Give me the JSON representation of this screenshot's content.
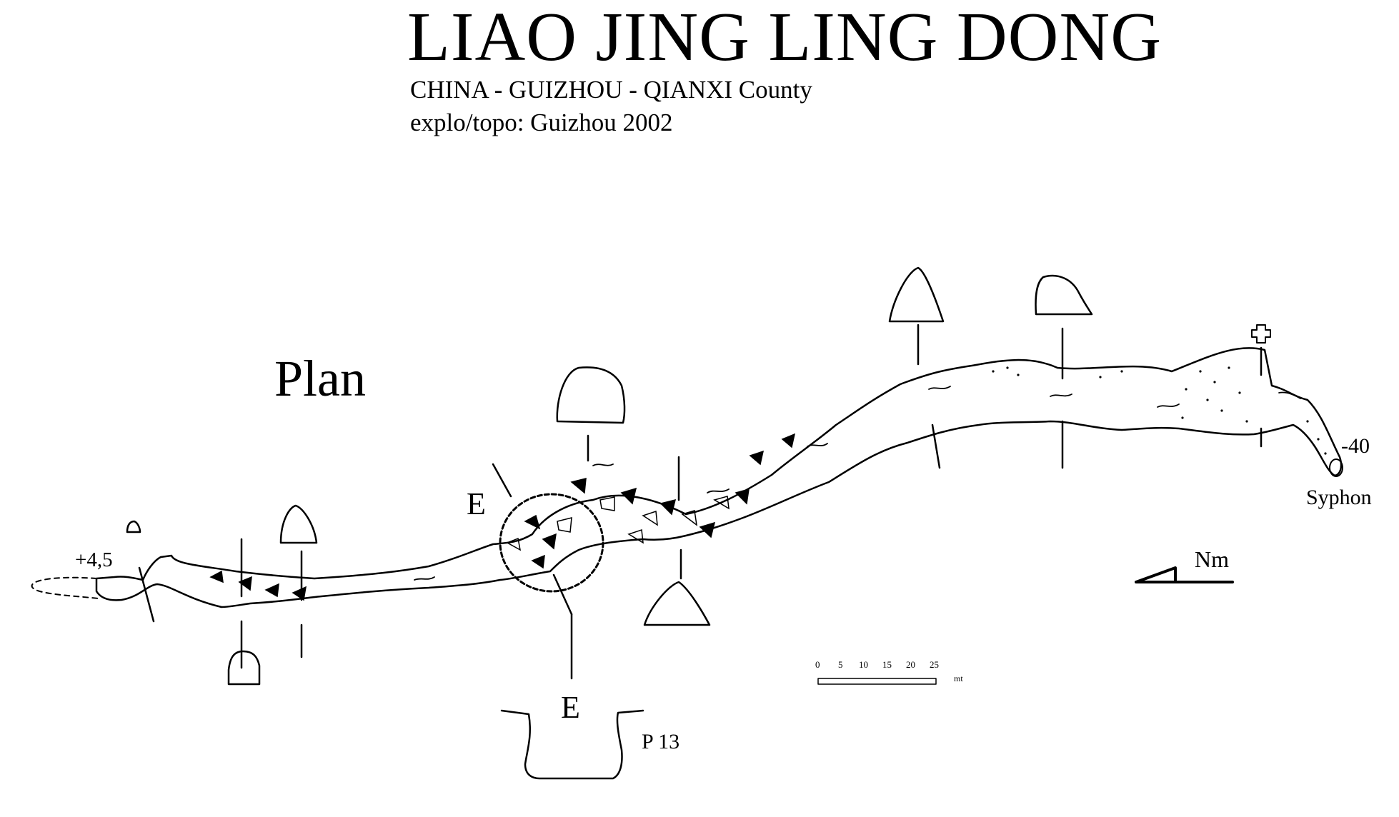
{
  "header": {
    "title": "LIAO JING LING DONG",
    "location": "CHINA - GUIZHOU - QIANXI County",
    "credit": "explo/topo: Guizhou 2002"
  },
  "map": {
    "view_label": "Plan",
    "labels": {
      "entrance_label": "E",
      "entrance_section_label": "E",
      "entrance_height": "+4,5",
      "depth_end": "-40",
      "siphon": "Syphon",
      "pit": "P 13",
      "north": "Nm"
    },
    "scale_bar": {
      "ticks": [
        "0",
        "5",
        "10",
        "15",
        "20",
        "25"
      ],
      "unit": "mt"
    }
  }
}
